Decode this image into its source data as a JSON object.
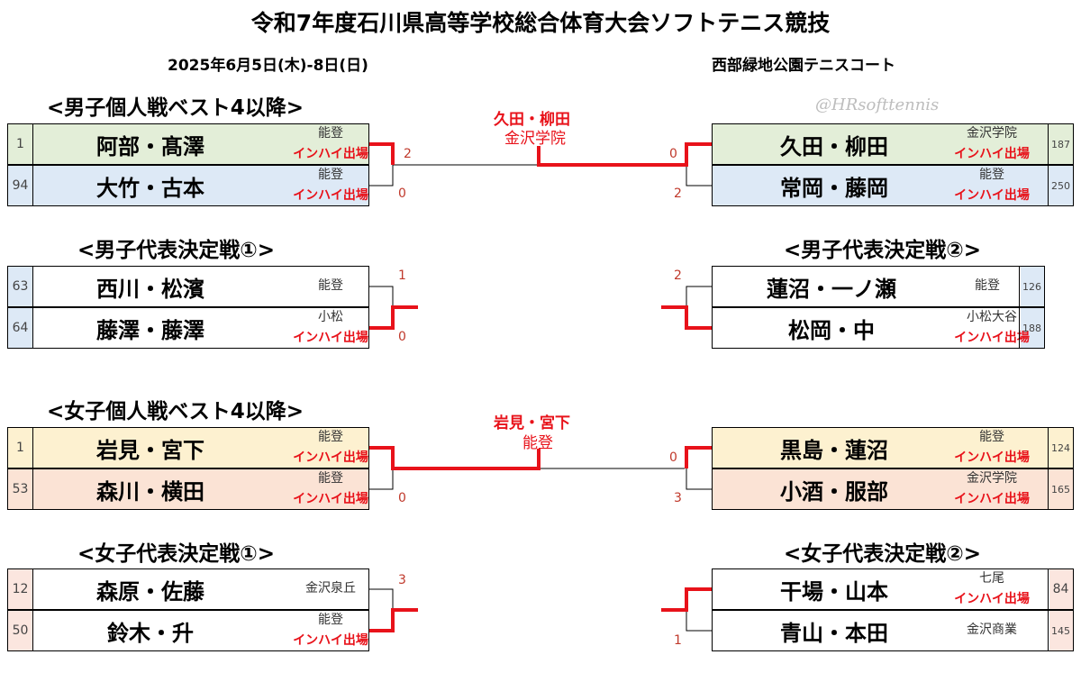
{
  "title": "令和7年度石川県高等学校総合体育大会ソフトテニス競技",
  "date": "2025年6月5日(木)-8日(日)",
  "venue": "西部緑地公園テニスコート",
  "watermark": "@HRsofttennis",
  "ih_label": "インハイ出場",
  "sections": {
    "boys_best4": "<男子個人戦ベスト4以降>",
    "boys_rep1": "<男子代表決定戦①>",
    "boys_rep2": "<男子代表決定戦②>",
    "girls_best4": "<女子個人戦ベスト4以降>",
    "girls_rep1": "<女子代表決定戦①>",
    "girls_rep2": "<女子代表決定戦②>"
  },
  "boys_champion": {
    "pair": "久田・柳田",
    "school": "金沢学院"
  },
  "girls_champion": {
    "pair": "岩見・宮下",
    "school": "能登"
  },
  "rows": {
    "b1": {
      "num": "1",
      "pair": "阿部・髙澤",
      "school": "能登"
    },
    "b2": {
      "num": "94",
      "pair": "大竹・古本",
      "school": "能登"
    },
    "b3": {
      "num": "187",
      "pair": "久田・柳田",
      "school": "金沢学院"
    },
    "b4": {
      "num": "250",
      "pair": "常岡・藤岡",
      "school": "能登"
    },
    "br1a": {
      "num": "63",
      "pair": "西川・松濱",
      "school": "能登"
    },
    "br1b": {
      "num": "64",
      "pair": "藤澤・藤澤",
      "school": "小松"
    },
    "br2a": {
      "num": "126",
      "pair": "蓮沼・一ノ瀬",
      "school": "能登"
    },
    "br2b": {
      "num": "188",
      "pair": "松岡・中",
      "school": "小松大谷"
    },
    "g1": {
      "num": "1",
      "pair": "岩見・宮下",
      "school": "能登"
    },
    "g2": {
      "num": "53",
      "pair": "森川・横田",
      "school": "能登"
    },
    "g3": {
      "num": "124",
      "pair": "黒島・蓮沼",
      "school": "能登"
    },
    "g4": {
      "num": "165",
      "pair": "小酒・服部",
      "school": "金沢学院"
    },
    "gr1a": {
      "num": "12",
      "pair": "森原・佐藤",
      "school": "金沢泉丘"
    },
    "gr1b": {
      "num": "50",
      "pair": "鈴木・升",
      "school": "能登"
    },
    "gr2a": {
      "num": "84",
      "pair": "干場・山本",
      "school": "七尾"
    },
    "gr2b": {
      "num": "145",
      "pair": "青山・本田",
      "school": "金沢商業"
    }
  },
  "scores": {
    "b_sf1_top": "2",
    "b_sf1_bot": "0",
    "b_sf2_top": "0",
    "b_sf2_bot": "2",
    "br1_top": "1",
    "br1_bot": "0",
    "br2_top": "2",
    "g_sf1_bot": "0",
    "g_sf2_top": "0",
    "g_sf2_bot": "3",
    "gr1_top": "3",
    "gr2_bot": "1"
  },
  "colors": {
    "accent_red": "#e8121a",
    "line_black": "#000000"
  }
}
